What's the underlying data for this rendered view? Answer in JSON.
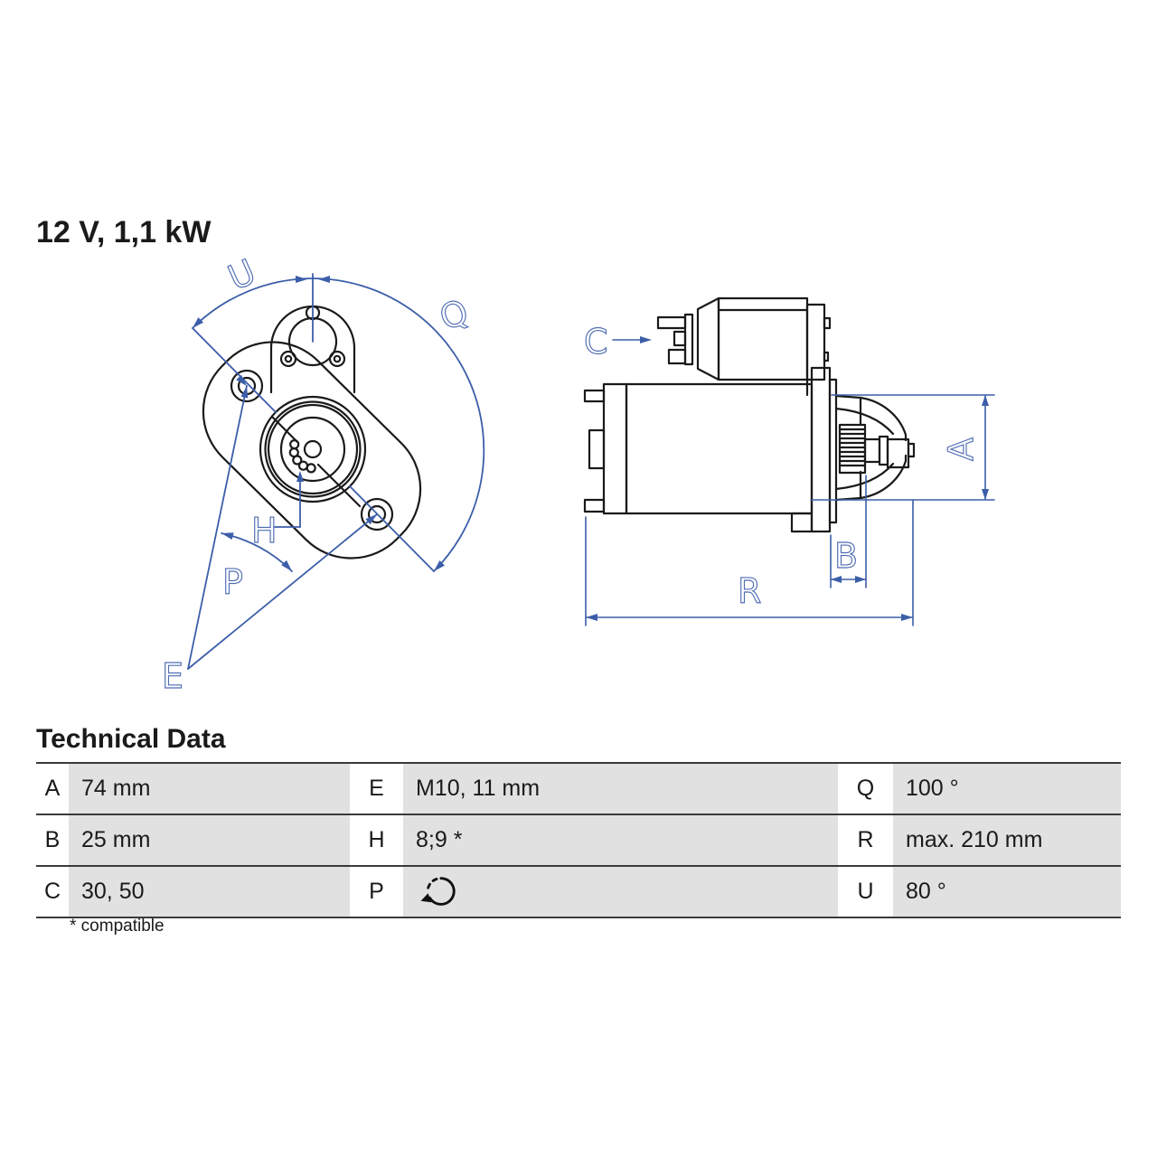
{
  "title": {
    "spec": "12 V, 1,1 kW"
  },
  "technical_data": {
    "heading": "Technical Data",
    "rows": [
      {
        "c1": {
          "key": "A",
          "value": "74 mm"
        },
        "c2": {
          "key": "E",
          "value": "M10, 11 mm"
        },
        "c3": {
          "key": "Q",
          "value": "100 °"
        }
      },
      {
        "c1": {
          "key": "B",
          "value": "25 mm"
        },
        "c2": {
          "key": "H",
          "value": "8;9 *"
        },
        "c3": {
          "key": "R",
          "value": "max. 210 mm"
        }
      },
      {
        "c1": {
          "key": "C",
          "value": "30, 50"
        },
        "c2": {
          "key": "P",
          "value": "",
          "icon": "rotation-direction"
        },
        "c3": {
          "key": "U",
          "value": "80 °"
        }
      }
    ],
    "footnote": "* compatible"
  },
  "diagram": {
    "front_view": {
      "labels": {
        "U": "U",
        "Q": "Q",
        "H": "H",
        "P": "P",
        "E": "E"
      }
    },
    "side_view": {
      "labels": {
        "C": "C",
        "A": "A",
        "B": "B",
        "R": "R"
      }
    }
  },
  "colors": {
    "annotation_blue": "#3c5ea9",
    "label_blue": "#4f6cb3",
    "drawing_black": "#1a1a1a",
    "table_cell_gray": "#e1e1e1",
    "table_line": "#3a3a3a"
  }
}
